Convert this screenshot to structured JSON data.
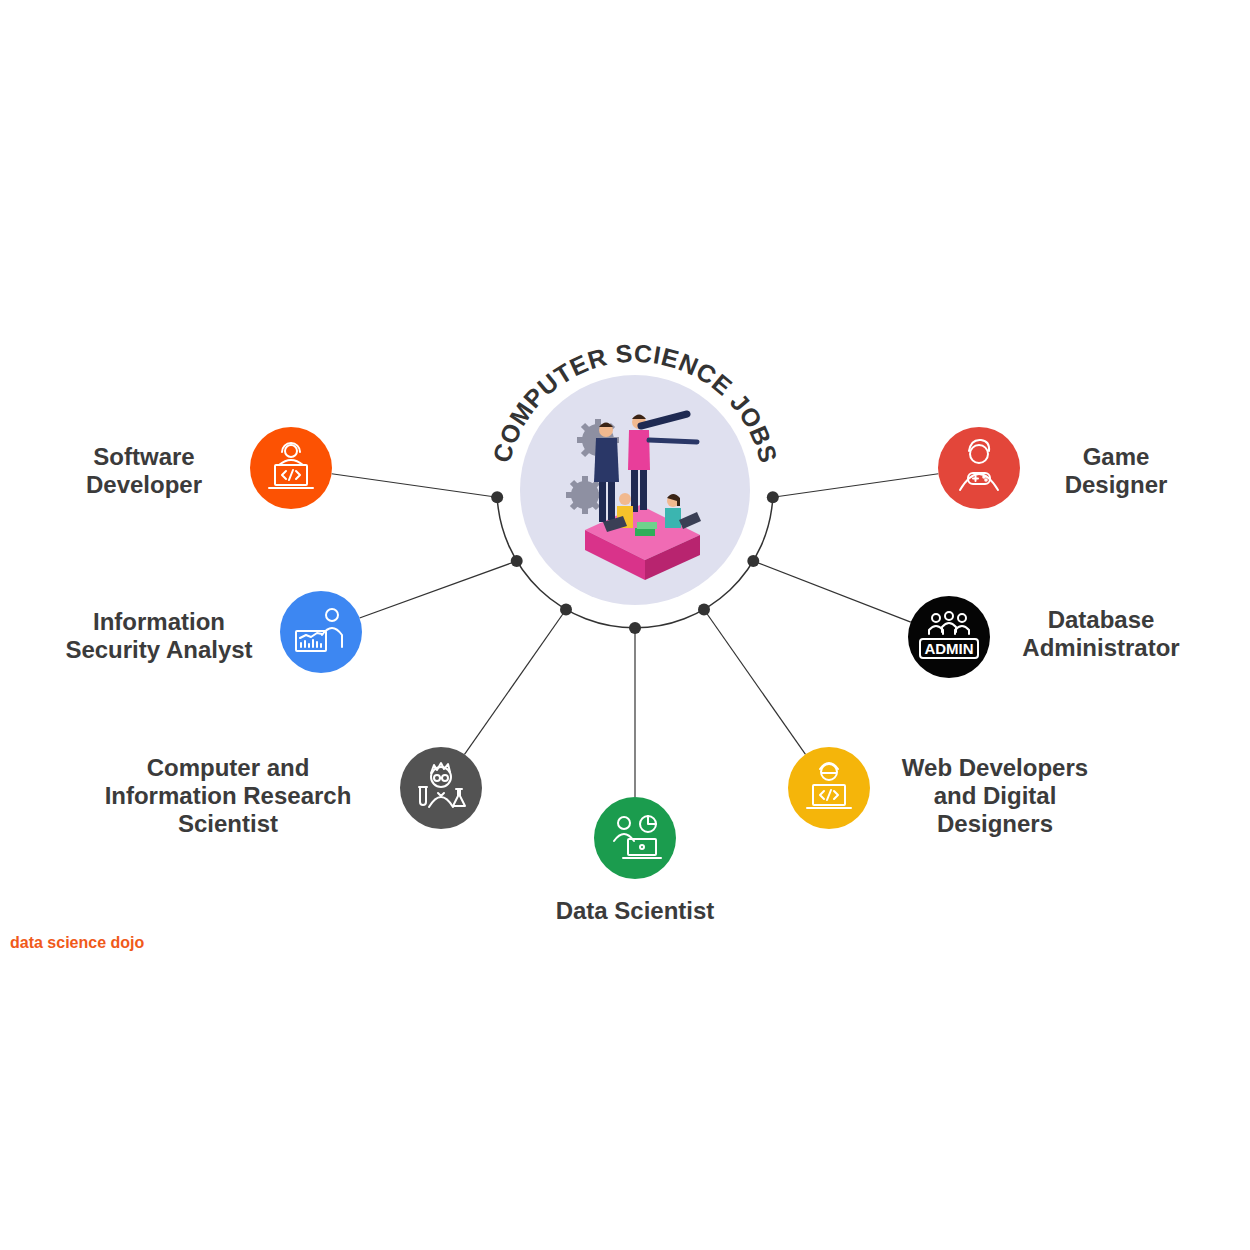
{
  "diagram": {
    "nodes": [
      {
        "text": [
          "COMPUTER SCIENCE JOBS"
        ]
      },
      {
        "text": [
          "Software Developer"
        ]
      },
      {
        "text": [
          "Game Designer"
        ]
      },
      {
        "text": [
          "Information Security Analyst"
        ]
      },
      {
        "text": [
          "Database Administrator",
          "ADMIN"
        ]
      },
      {
        "text": [
          "Computer and Information Research Scientist"
        ]
      },
      {
        "text": [
          "Web Developers and Digital Designers"
        ]
      },
      {
        "text": [
          "Data Scientist"
        ]
      }
    ],
    "edges": [
      {
        "from": 0,
        "to": 1,
        "arrow": "none"
      },
      {
        "from": 0,
        "to": 2,
        "arrow": "none"
      },
      {
        "from": 0,
        "to": 3,
        "arrow": "none"
      },
      {
        "from": 0,
        "to": 4,
        "arrow": "none"
      },
      {
        "from": 0,
        "to": 5,
        "arrow": "none"
      },
      {
        "from": 0,
        "to": 6,
        "arrow": "none"
      },
      {
        "from": 0,
        "to": 7,
        "arrow": "none"
      }
    ],
    "labels": [
      "data science dojo"
    ]
  }
}
